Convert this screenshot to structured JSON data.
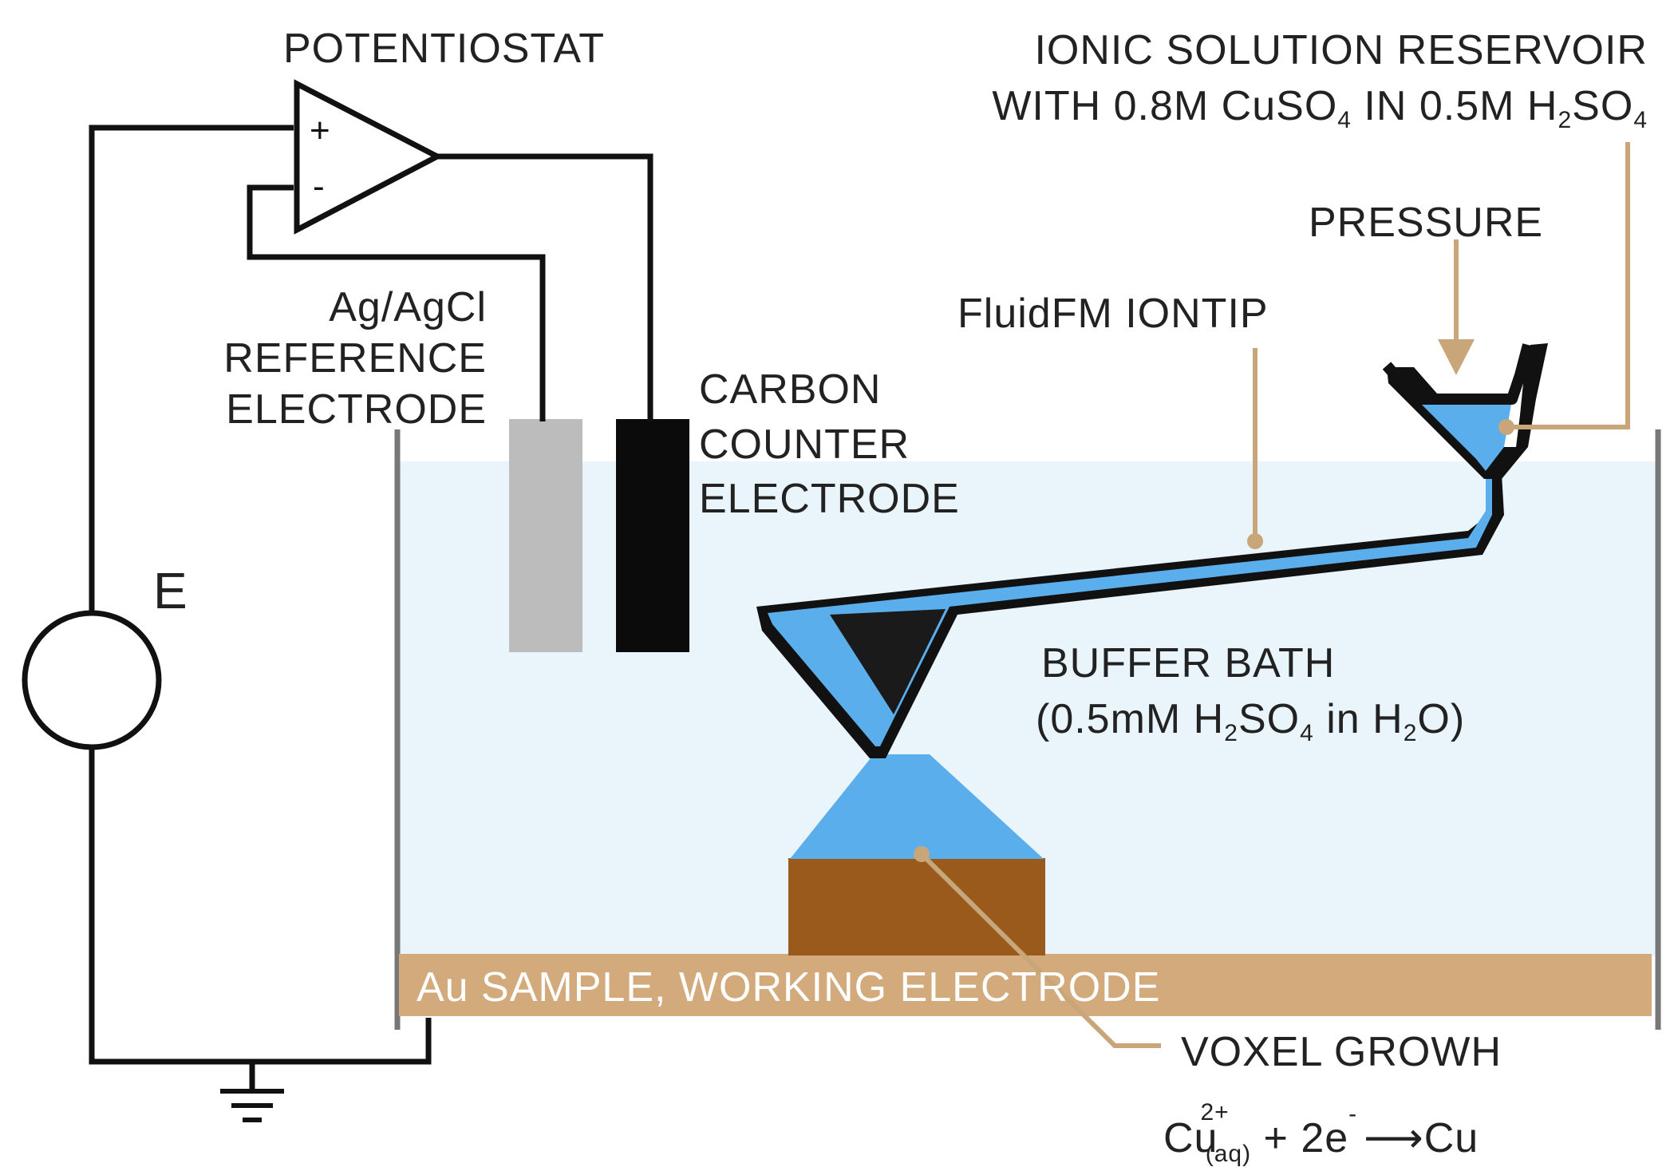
{
  "labels": {
    "potentiostat": "POTENTIOSTAT",
    "op_plus": "+",
    "op_minus": "-",
    "reservoir_line1": "IONIC SOLUTION RESERVOIR",
    "reservoir_line2_a": "WITH 0.8M CuSO",
    "reservoir_line2_sub1": "4",
    "reservoir_line2_b": " IN 0.5M H",
    "reservoir_line2_sub2": "2",
    "reservoir_line2_c": "SO",
    "reservoir_line2_sub3": "4",
    "pressure": "PRESSURE",
    "iontip": "FluidFM IONTIP",
    "ref_line1": "Ag/AgCl",
    "ref_line2": "REFERENCE",
    "ref_line3": "ELECTRODE",
    "counter_line1": "CARBON",
    "counter_line2": "COUNTER",
    "counter_line3": "ELECTRODE",
    "source": "E",
    "buffer_line1": "BUFFER BATH",
    "buffer_line2_a": "(0.5mM H",
    "buffer_line2_sub1": "2",
    "buffer_line2_b": "SO",
    "buffer_line2_sub2": "4",
    "buffer_line2_c": " in H",
    "buffer_line2_sub3": "2",
    "buffer_line2_d": "O)",
    "sample": "Au SAMPLE, WORKING ELECTRODE",
    "voxel": "VOXEL GROWH",
    "eq_cu": "Cu",
    "eq_sup": "2+",
    "eq_sub": "(aq)",
    "eq_mid": " + 2e",
    "eq_esup": "-",
    "eq_arrow": "⟶",
    "eq_product": "Cu"
  },
  "colors": {
    "wire": "#111111",
    "bath": "#eaf4fb",
    "fluid": "#5aaeec",
    "tip_body": "#1a1a1a",
    "reference_electrode": "#bcbcbc",
    "counter_electrode": "#0b0b0b",
    "voxel": "#9a5a1c",
    "sample": "#d2aa7c",
    "leader": "#c9a57a",
    "tank_wall": "#777777"
  }
}
